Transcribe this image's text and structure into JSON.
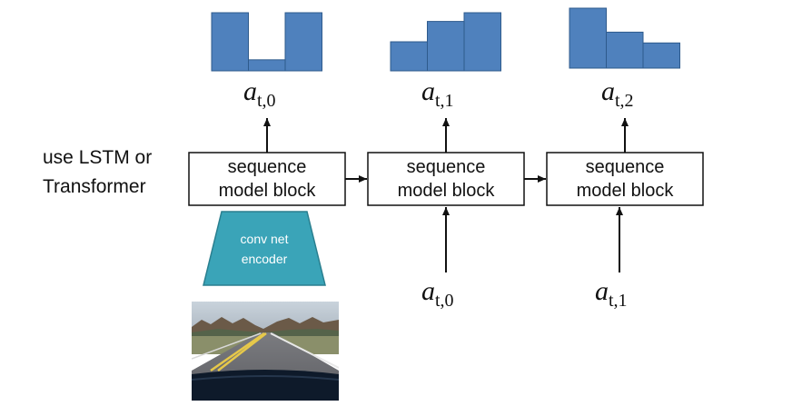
{
  "side_label": {
    "line1": "use LSTM or",
    "line2": "Transformer"
  },
  "blocks": [
    {
      "line1": "sequence",
      "line2": "model block"
    },
    {
      "line1": "sequence",
      "line2": "model block"
    },
    {
      "line1": "sequence",
      "line2": "model block"
    }
  ],
  "encoder": {
    "line1": "conv net",
    "line2": "encoder"
  },
  "outputs": [
    {
      "symbol": "a",
      "subscript": "t,0"
    },
    {
      "symbol": "a",
      "subscript": "t,1"
    },
    {
      "symbol": "a",
      "subscript": "t,2"
    }
  ],
  "inputs": [
    {
      "symbol": "a",
      "subscript": "t,0"
    },
    {
      "symbol": "a",
      "subscript": "t,1"
    }
  ],
  "histograms": [
    {
      "values": [
        1.0,
        0.19,
        1.0
      ]
    },
    {
      "values": [
        0.5,
        0.85,
        1.0
      ]
    },
    {
      "values": [
        1.0,
        0.6,
        0.42
      ]
    }
  ],
  "colors": {
    "bar": "#4F81BD",
    "bar_border": "#2E5A8C",
    "encoder": "#3AA4B8",
    "encoder_border": "#2A7F8F"
  },
  "camera_image": {
    "alt": "dashcam road view"
  }
}
